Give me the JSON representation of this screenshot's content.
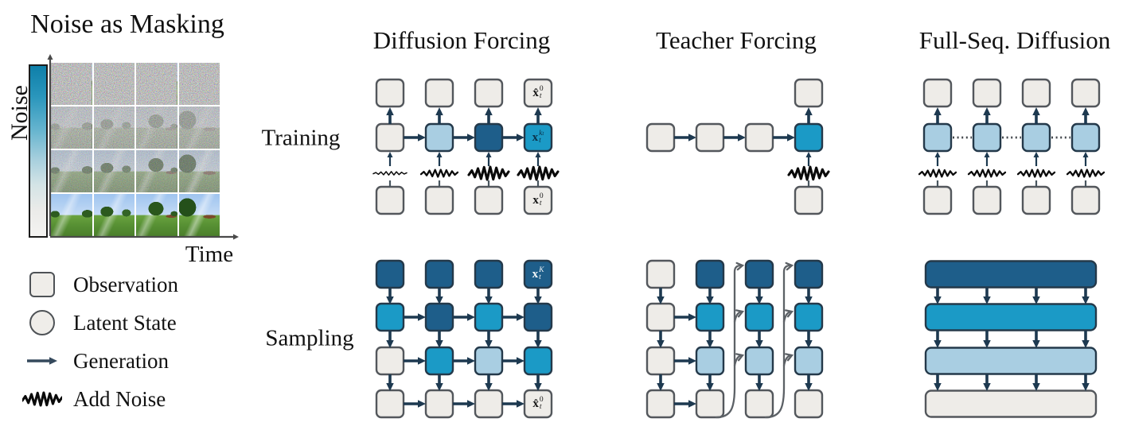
{
  "palette": {
    "dark": "#1e5e8a",
    "cyan": "#1b9ac6",
    "light_blue": "#a9cee2",
    "light": "#eeece8",
    "arrow": "#1d3950",
    "light_border": "#53575c",
    "colored_border": "#24394a",
    "curve_gray": "#5c6166",
    "zigzag": "#0a0a0a",
    "axis": "#4a4a4a"
  },
  "left_panel": {
    "title": "Noise as Masking",
    "y_axis_label": "Noise",
    "x_axis_label": "Time",
    "noise_grid": {
      "rows": 4,
      "cols": 4,
      "noise_levels": [
        1,
        0.72,
        0.45,
        0
      ]
    },
    "legend": [
      {
        "icon": "observation-square-icon",
        "label": "Observation"
      },
      {
        "icon": "latent-circle-icon",
        "label": "Latent State"
      },
      {
        "icon": "generation-arrow-icon",
        "label": "Generation"
      },
      {
        "icon": "add-noise-icon",
        "label": "Add Noise"
      }
    ]
  },
  "section_titles": [
    "Diffusion Forcing",
    "Teacher Forcing",
    "Full-Seq. Diffusion"
  ],
  "row_labels": {
    "training": "Training",
    "sampling": "Sampling"
  },
  "math_labels": {
    "x_hat_0": {
      "base": "x̂",
      "sup": "0",
      "sub": "t"
    },
    "x_k_t": {
      "base": "x",
      "sup": "k",
      "sup_sub": "t",
      "sub": "t"
    },
    "x_0": {
      "base": "x",
      "sup": "0",
      "sub": "t"
    },
    "x_K": {
      "base": "x",
      "sup": "K",
      "sub": "t"
    }
  },
  "diagrams": {
    "df_training": {
      "top_row": [
        "light",
        "light",
        "light",
        "light"
      ],
      "mid_row": [
        "light",
        "light_blue",
        "dark",
        "cyan"
      ],
      "bottom_row": [
        "light",
        "light",
        "light",
        "light"
      ],
      "zigzag_levels": [
        1,
        2,
        3,
        3
      ],
      "labels": [
        {
          "row": "top",
          "col": 3,
          "ref": "x_hat_0"
        },
        {
          "row": "mid",
          "col": 3,
          "ref": "x_k_t",
          "ondark": true
        },
        {
          "row": "bottom",
          "col": 3,
          "ref": "x_0"
        }
      ]
    },
    "tf_training": {
      "mid_row": [
        "light",
        "light",
        "light",
        "cyan"
      ],
      "top_square_col": 3,
      "bottom_square_col": 3,
      "zigzag_col": 3,
      "zigzag_level": 3
    },
    "fs_training": {
      "top_row": [
        "light",
        "light",
        "light",
        "light"
      ],
      "mid_row": [
        "light_blue",
        "light_blue",
        "light_blue",
        "light_blue"
      ],
      "bottom_row": [
        "light",
        "light",
        "light",
        "light"
      ],
      "zigzag_levels": [
        2,
        2,
        2,
        2
      ],
      "dotted_connections": true
    },
    "df_sampling": {
      "grid": [
        [
          "dark",
          "dark",
          "dark",
          "dark"
        ],
        [
          "cyan",
          "dark",
          "cyan",
          "dark"
        ],
        [
          "light",
          "cyan",
          "light_blue",
          "cyan"
        ],
        [
          "light",
          "light",
          "light",
          "light"
        ]
      ],
      "h_arrow_rows": [
        1,
        2,
        3
      ],
      "labels": [
        {
          "row": 0,
          "col": 3,
          "ref": "x_K",
          "white": true
        },
        {
          "row": 3,
          "col": 3,
          "ref": "x_hat_0"
        }
      ]
    },
    "tf_sampling": {
      "grid": [
        [
          "light",
          "dark",
          "dark",
          "dark"
        ],
        [
          "light",
          "cyan",
          "cyan",
          "cyan"
        ],
        [
          "light",
          "light_blue",
          "light_blue",
          "light_blue"
        ],
        [
          "light",
          "light",
          "light",
          "light"
        ]
      ],
      "h_arrow_rows": [
        1,
        2,
        3
      ],
      "h_arrow_from_col": 0,
      "curved_from_cols": [
        1,
        2
      ]
    },
    "fs_sampling": {
      "bars": [
        "dark",
        "cyan",
        "light_blue",
        "light"
      ]
    }
  }
}
